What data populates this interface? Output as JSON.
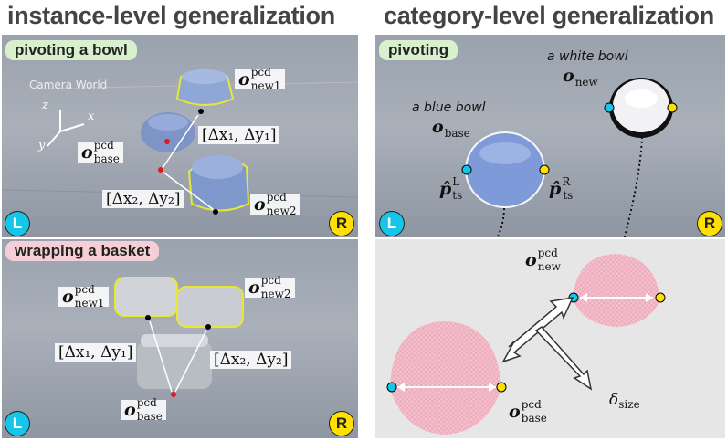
{
  "left": {
    "title": "instance-level generalization",
    "top_panel": {
      "tag": "pivoting a bowl",
      "camera_world": "Camera World",
      "axes": {
        "z": "z",
        "x": "x",
        "y": "y"
      },
      "o_new1": {
        "sym": "o",
        "sup": "pcd",
        "sub": "new1"
      },
      "o_base": {
        "sym": "o",
        "sup": "pcd",
        "sub": "base"
      },
      "o_new2": {
        "sym": "o",
        "sup": "pcd",
        "sub": "new2"
      },
      "delta1": "[Δx₁, Δy₁]",
      "delta2": "[Δx₂, Δy₂]",
      "badge_left": "L",
      "badge_right": "R"
    },
    "bottom_panel": {
      "tag": "wrapping a basket",
      "o_new1": {
        "sym": "o",
        "sup": "pcd",
        "sub": "new1"
      },
      "o_new2": {
        "sym": "o",
        "sup": "pcd",
        "sub": "new2"
      },
      "o_base": {
        "sym": "o",
        "sup": "pcd",
        "sub": "base"
      },
      "delta1": "[Δx₁, Δy₁]",
      "delta2": "[Δx₂, Δy₂]",
      "badge_left": "L",
      "badge_right": "R"
    }
  },
  "right": {
    "title": "category-level generalization",
    "top_panel": {
      "tag": "pivoting",
      "white_bowl": "a white bowl",
      "o_new": {
        "sym": "o",
        "sub": "new"
      },
      "blue_bowl": "a blue bowl",
      "o_base": {
        "sym": "o",
        "sub": "base"
      },
      "p_left": {
        "sym": "p̂",
        "sup": "L",
        "sub": "ts"
      },
      "p_right": {
        "sym": "p̂",
        "sup": "R",
        "sub": "ts"
      },
      "badge_left": "L",
      "badge_right": "R"
    },
    "bottom_panel": {
      "o_new_pcd": {
        "sym": "o",
        "sup": "pcd",
        "sub": "new"
      },
      "o_base_pcd": {
        "sym": "o",
        "sup": "pcd",
        "sub": "base"
      },
      "delta_size": {
        "sym": "δ",
        "sub": "size"
      }
    }
  },
  "colors": {
    "cyan_point": "#16c6e8",
    "yellow_point": "#ffe000",
    "pink_cloud": "#f4bfcb",
    "outline_yellow": "#e8e830",
    "blue_bowl": "#7f9ad8"
  }
}
